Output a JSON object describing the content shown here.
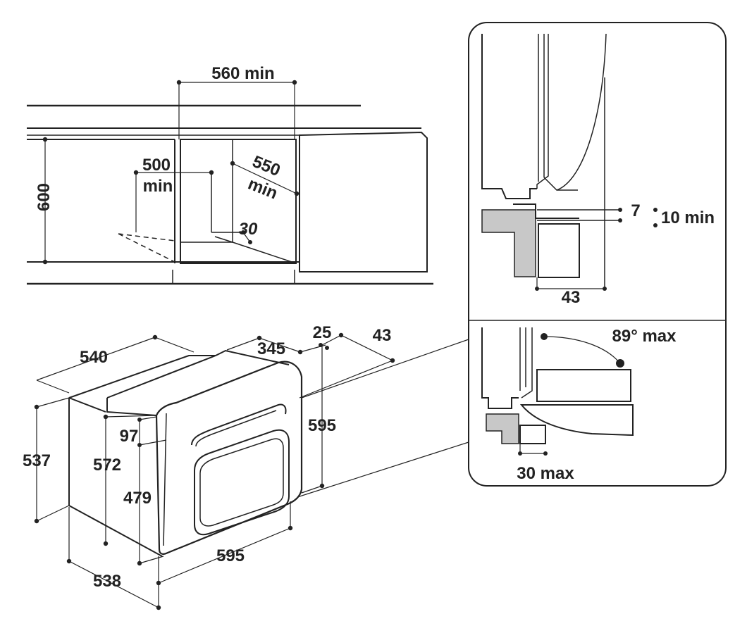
{
  "colors": {
    "line": "#222222",
    "wall_grey": "#c8c8c8",
    "background": "#ffffff"
  },
  "niche_view": {
    "dim_width": "560 min",
    "dim_height": "600",
    "dim_depth_line1": "500",
    "dim_depth_line2": "min",
    "dim_diag_line1": "550",
    "dim_diag_line2": "min",
    "dim_vent": "30"
  },
  "oven_view": {
    "dim_top_depth": "540",
    "dim_panel_depth": "345",
    "dim_panel_offset": "25",
    "dim_front_thickness": "43",
    "dim_total_height": "595",
    "dim_body_height": "537",
    "dim_inner_height": "572",
    "dim_panel_height": "97",
    "dim_door_height": "479",
    "dim_bottom_depth": "538",
    "dim_front_width": "595"
  },
  "detail_view": {
    "dim_gap_7": "7",
    "dim_gap_10": "10 min",
    "dim_bottom_43": "43",
    "dim_angle": "89° max",
    "dim_hinge_30": "30 max"
  }
}
